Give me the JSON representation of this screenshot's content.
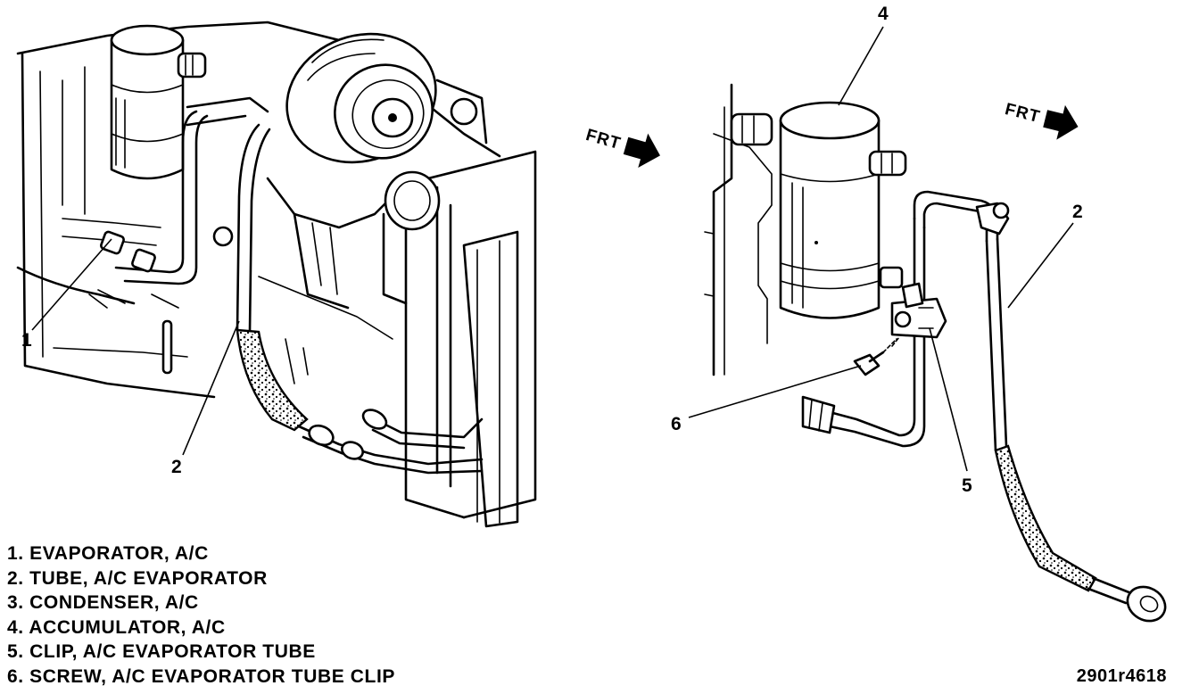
{
  "callouts": {
    "left_1": "1",
    "left_2": "2",
    "right_2": "2",
    "right_4": "4",
    "right_5": "5",
    "right_6": "6"
  },
  "direction_labels": {
    "left": "FRT",
    "right": "FRT"
  },
  "legend": [
    "1. EVAPORATOR, A/C",
    "2. TUBE, A/C EVAPORATOR",
    "3. CONDENSER, A/C",
    "4. ACCUMULATOR, A/C",
    "5. CLIP, A/C EVAPORATOR TUBE",
    "6. SCREW, A/C EVAPORATOR TUBE CLIP"
  ],
  "figure_id": "2901r4618",
  "colors": {
    "ink": "#000000",
    "paper": "#ffffff"
  }
}
